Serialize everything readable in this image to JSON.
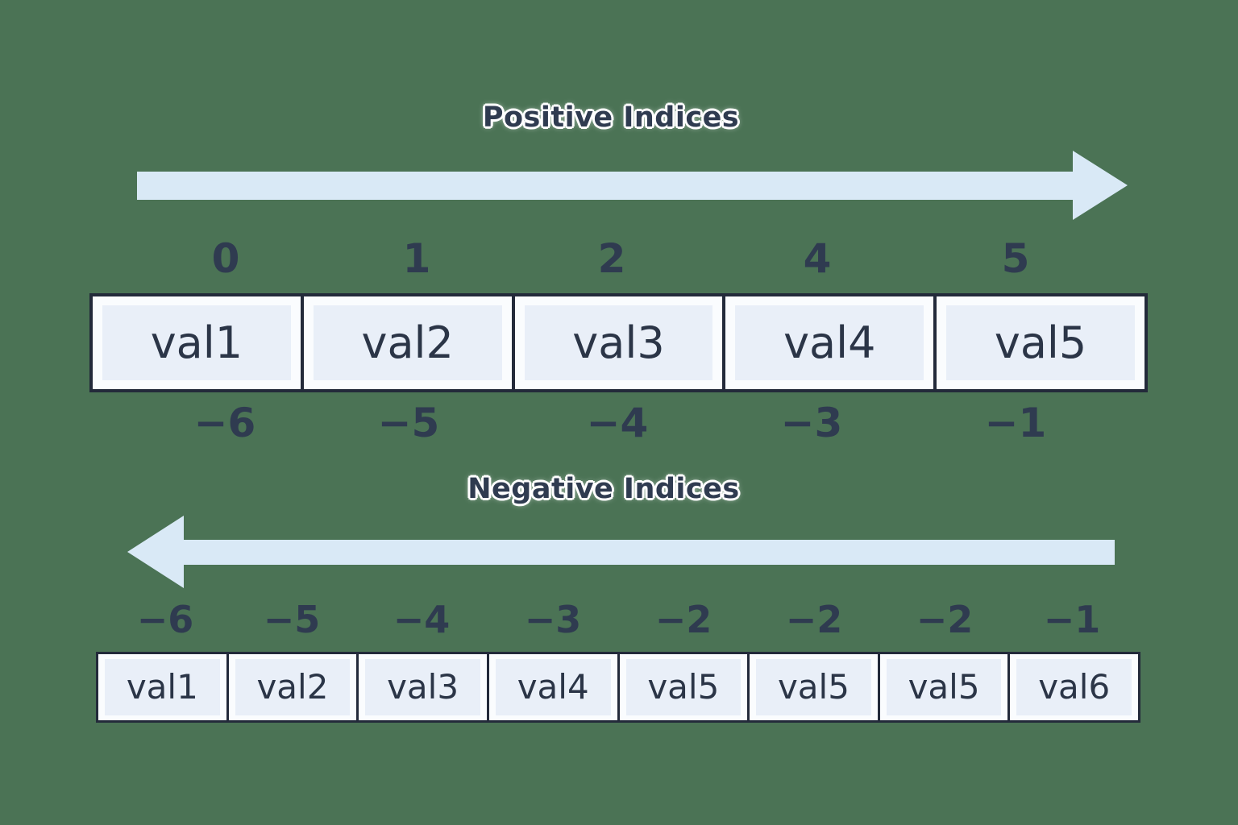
{
  "colors": {
    "background": "#4b7355",
    "arrow": "#d9e9f6",
    "cell_border": "#232a3a",
    "cell_bg": "#fafcfe",
    "cell_inner": "#e9eff8",
    "text": "#2b3547",
    "index_text": "#2f3b50",
    "title_halo": "#ffffff"
  },
  "positive_section": {
    "title": "Positive Indices",
    "arrow_direction": "right",
    "top_indices": [
      "0",
      "1",
      "2",
      "4",
      "5"
    ],
    "cells": [
      "val1",
      "val2",
      "val3",
      "val4",
      "val5"
    ],
    "bottom_indices": [
      "−6",
      "−5",
      "−4",
      "−3",
      "−1"
    ]
  },
  "negative_section": {
    "title": "Negative Indices",
    "arrow_direction": "left",
    "top_indices": [
      "−6",
      "−5",
      "−4",
      "−3",
      "−2",
      "−2",
      "−2",
      "−1"
    ],
    "cells": [
      "val1",
      "val2",
      "val3",
      "val4",
      "val5",
      "val5",
      "val5",
      "val6"
    ]
  }
}
